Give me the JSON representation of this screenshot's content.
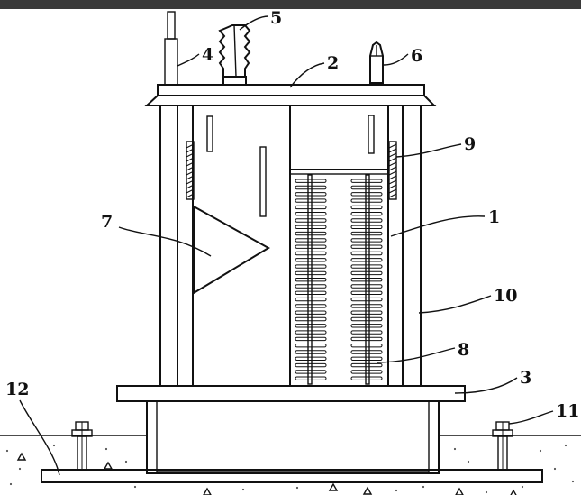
{
  "diagram": {
    "colors": {
      "line": "#111111",
      "background": "#ffffff",
      "top_bar": "#3a3a3a"
    },
    "labels": [
      "1",
      "2",
      "3",
      "4",
      "5",
      "6",
      "7",
      "8",
      "9",
      "10",
      "11",
      "12"
    ]
  }
}
